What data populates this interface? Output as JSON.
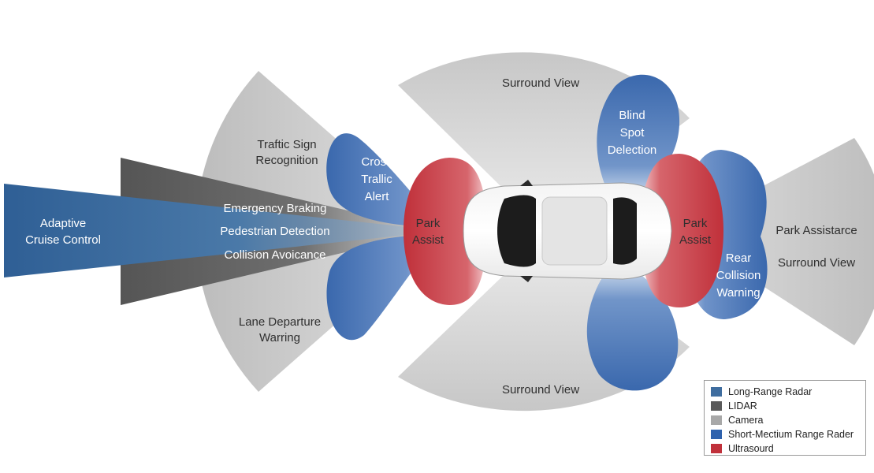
{
  "labels": {
    "adaptive_cruise": [
      "Adaptive",
      "Cruise Control"
    ],
    "emergency_braking": "Emergency Braking",
    "pedestrian_detection": "Pedestrian Detection",
    "collision_avoidance": "Collision Avoicance",
    "traffic_sign": [
      "Traftic Sign",
      "Recognition"
    ],
    "lane_departure": [
      "Lane Departure",
      "Warring"
    ],
    "cross_traffic": [
      "Cross",
      "Trallic",
      "Alert"
    ],
    "park_assist_front": [
      "Park",
      "Assist"
    ],
    "park_assist_rear": [
      "Park",
      "Assist"
    ],
    "surround_view_top": "Surround View",
    "surround_view_bottom": "Surround View",
    "blind_spot": [
      "Blind",
      "Spot",
      "Delection"
    ],
    "rear_collision": [
      "Rear",
      "Collision",
      "Warning"
    ],
    "park_assistance": "Park Assistarce",
    "surround_view_right": "Surround View"
  },
  "legend": [
    {
      "label": "Long-Range Radar",
      "color": "#3f6d9f"
    },
    {
      "label": "LIDAR",
      "color": "#5a5a5a"
    },
    {
      "label": "Camera",
      "color": "#a8a8a8"
    },
    {
      "label": "Short-Mectium Range Rader",
      "color": "#2f62ad"
    },
    {
      "label": "Ultrasourd",
      "color": "#c0303a"
    }
  ]
}
